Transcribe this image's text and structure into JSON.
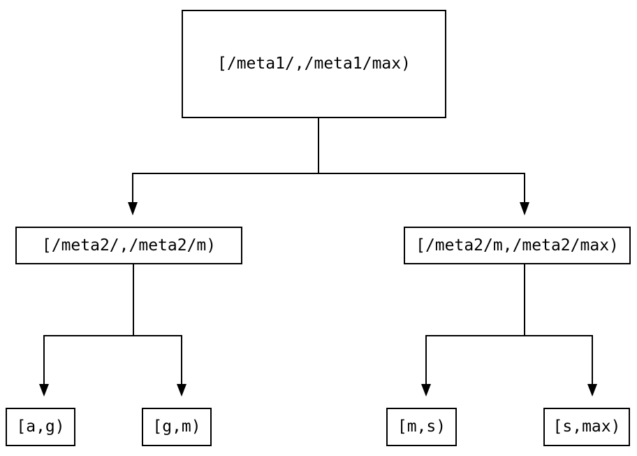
{
  "diagram": {
    "type": "binary-tree",
    "background_color": "#ffffff",
    "line_color": "#000000",
    "box_fill_color": "#ffffff",
    "text_color": "#000000",
    "nodes": {
      "root": {
        "label": "[/meta1/,/meta1/max)"
      },
      "left": {
        "label": "[/meta2/,/meta2/m)"
      },
      "right": {
        "label": "[/meta2/m,/meta2/max)"
      },
      "leaf_ag": {
        "label": "[a,g)"
      },
      "leaf_gm": {
        "label": "[g,m)"
      },
      "leaf_ms": {
        "label": "[m,s)"
      },
      "leaf_smax": {
        "label": "[s,max)"
      }
    },
    "edges": [
      {
        "from": "root",
        "to": "left"
      },
      {
        "from": "root",
        "to": "right"
      },
      {
        "from": "left",
        "to": "leaf_ag"
      },
      {
        "from": "left",
        "to": "leaf_gm"
      },
      {
        "from": "right",
        "to": "leaf_ms"
      },
      {
        "from": "right",
        "to": "leaf_smax"
      }
    ]
  }
}
